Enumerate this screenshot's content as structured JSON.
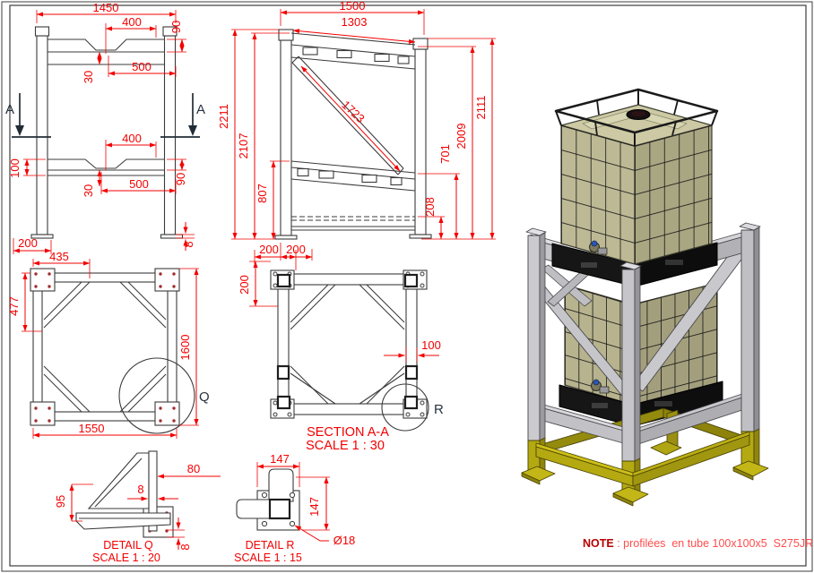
{
  "front": {
    "overall_width": "1450",
    "notch_width_top": "400",
    "rail_height_top": "90",
    "plate_width_top": "500",
    "offset_top": "30",
    "section_marker": "A",
    "notch_width_mid": "400",
    "rail_offset_left": "100",
    "rail_height_mid": "90",
    "offset_mid": "30",
    "plate_width_mid": "500",
    "foot_offset": "200",
    "plate_thickness": "8"
  },
  "side": {
    "overall_width": "1500",
    "clear_span": "1303",
    "height_left_outer": "2211",
    "height_left_inner": "2107",
    "mid_rail_height_left": "807",
    "diagonal_length": "1723",
    "height_right_outer": "2111",
    "height_right_inner": "2009",
    "mid_rail_height_right": "701",
    "bottom_rail_height": "208",
    "foot_offset": "200"
  },
  "plan": {
    "brace_offset_x": "435",
    "brace_offset_y": "477",
    "depth": "1600",
    "width": "1550",
    "detail_marker": "Q"
  },
  "section": {
    "corner_offset_x": "200",
    "corner_offset_y": "200",
    "tube_width": "100",
    "detail_marker": "R",
    "title": "SECTION A-A",
    "scale": "SCALE 1 : 30"
  },
  "detail_q": {
    "gusset_width": "80",
    "plate_thickness_top": "8",
    "height": "95",
    "plate_thickness_bottom": "8",
    "title": "DETAIL Q",
    "scale": "SCALE 1 : 20"
  },
  "detail_r": {
    "plate_width": "147",
    "plate_height": "147",
    "hole_diameter": "Ø18",
    "title": "DETAIL R",
    "scale": "SCALE 1 : 15"
  },
  "note": {
    "label": "NOTE",
    "body": " : profilées  en tube 100x100x5  S275JR"
  },
  "colors": {
    "dimension_red": "#f30000",
    "drawing_line": "#3b3b3b",
    "marker_navy": "#26323e",
    "note_label_red": "#b80000",
    "note_body_red": "#ff4d4d",
    "steel_light": "#c8c8cc",
    "steel_dark": "#9a9a9f",
    "foot_yellow": "#b5a912",
    "tank_olive": "#bdb995",
    "tank_olive_dark": "#a9a682",
    "cage_black": "#1a1a1a",
    "pallet_black": "#141414"
  }
}
